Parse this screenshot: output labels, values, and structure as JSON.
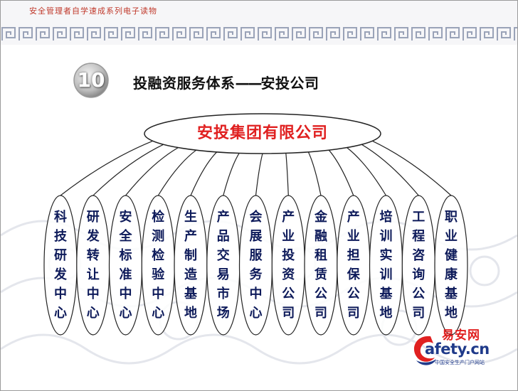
{
  "header": {
    "series_title": "安全管理者自学速成系列电子读物"
  },
  "section": {
    "number": "10",
    "title_main": "投融资服务体系",
    "title_dash": "——",
    "title_sub": "安投公司"
  },
  "company": {
    "name": "安投集团有限公司"
  },
  "units": [
    {
      "label": "科技研发中心"
    },
    {
      "label": "研发转让中心"
    },
    {
      "label": "安全标准中心"
    },
    {
      "label": "检测检验中心"
    },
    {
      "label": "生产制造基地"
    },
    {
      "label": "产品交易市场"
    },
    {
      "label": "会展服务中心"
    },
    {
      "label": "产业投资公司"
    },
    {
      "label": "金融租赁公司"
    },
    {
      "label": "产业担保公司"
    },
    {
      "label": "培训实训基地"
    },
    {
      "label": "工程咨询公司"
    },
    {
      "label": "职业健康基地"
    }
  ],
  "logo": {
    "brand": "易安网",
    "domain": "afety.cn",
    "tagline": "中国安全生产门户网站"
  },
  "colors": {
    "accent_red": "#e02020",
    "label_blue": "#0d1a5a",
    "line": "#222222",
    "fret": "#9aa3b8"
  }
}
